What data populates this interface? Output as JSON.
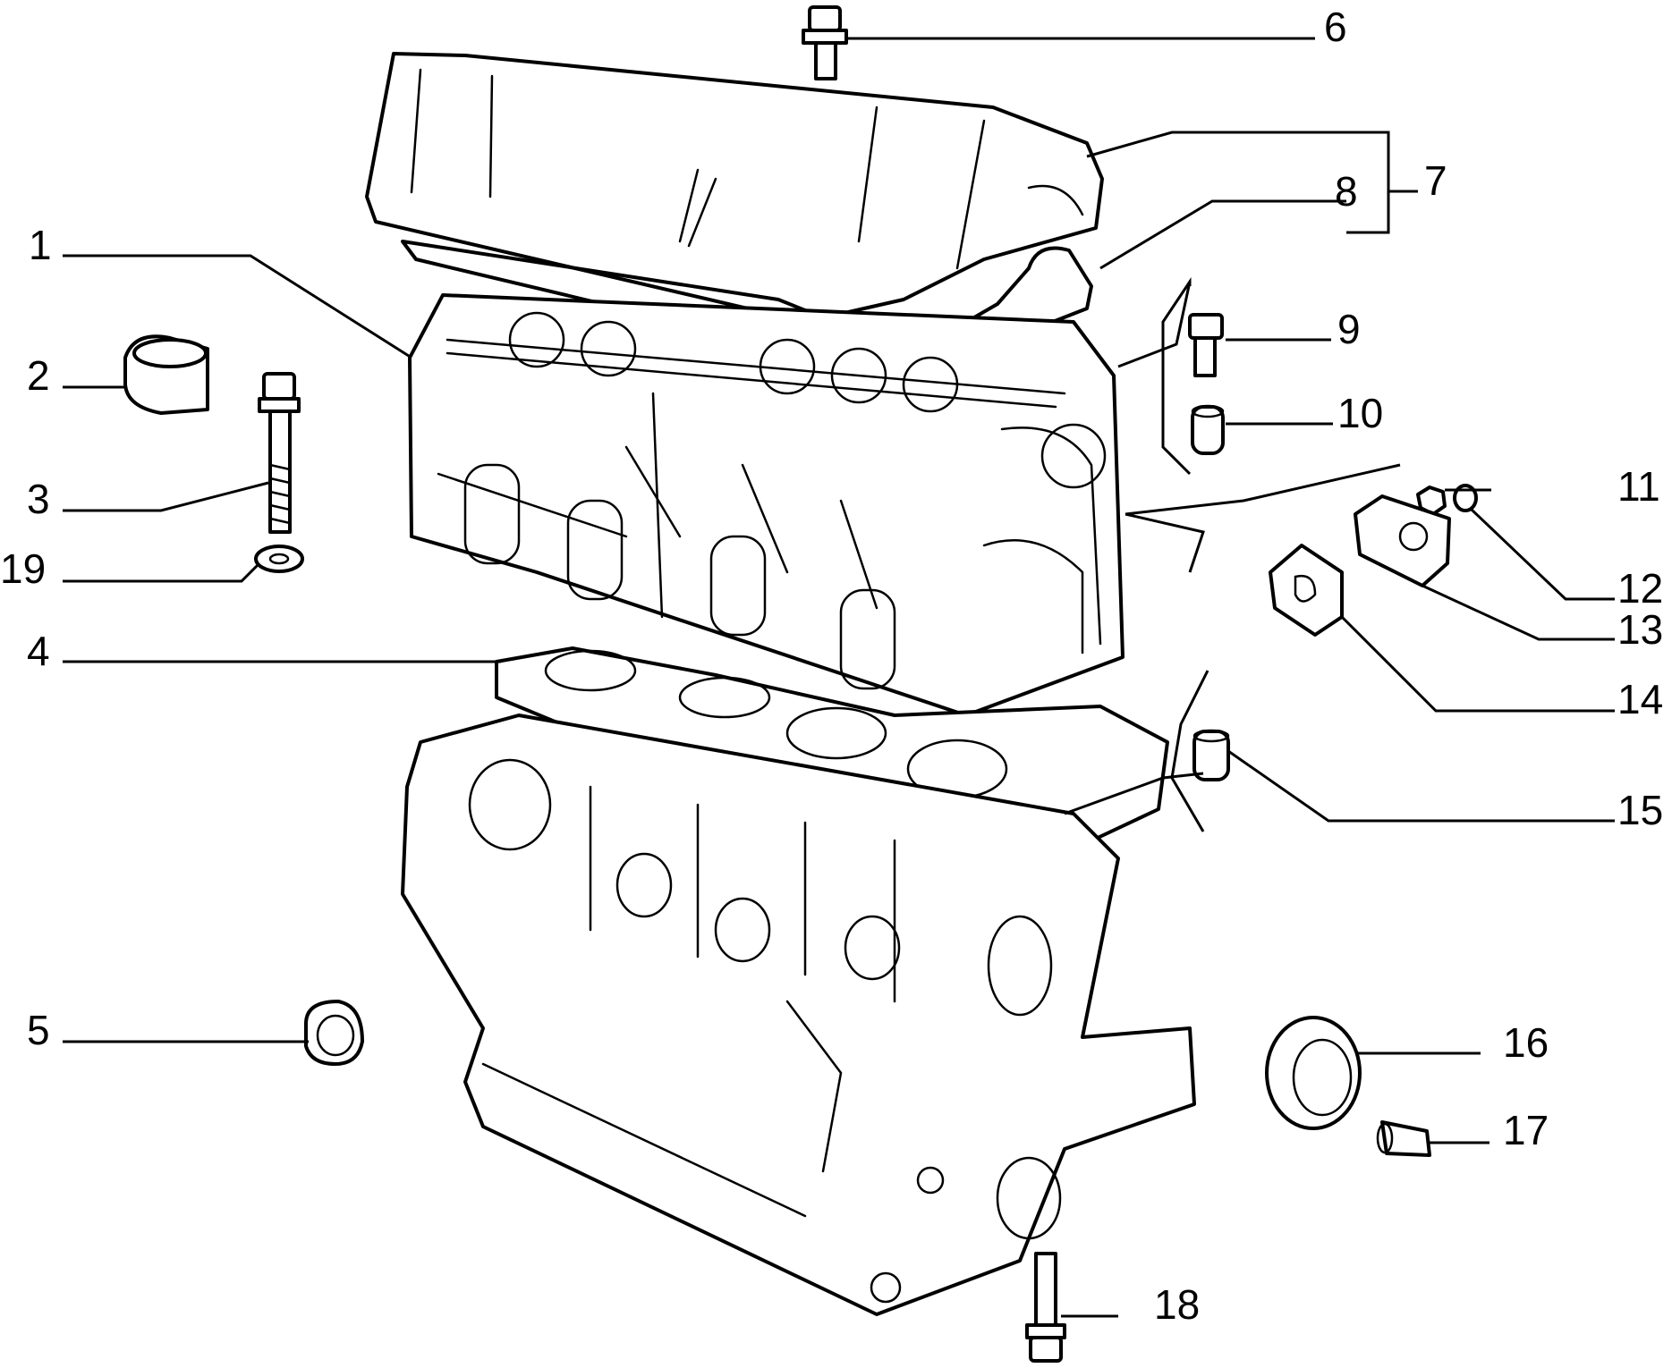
{
  "labels": [
    "1",
    "2",
    "3",
    "4",
    "5",
    "6",
    "7",
    "8",
    "9",
    "10",
    "11",
    "12",
    "13",
    "14",
    "15",
    "16",
    "17",
    "18",
    "19"
  ],
  "colors": {
    "line": "#000000",
    "background": "#ffffff"
  }
}
